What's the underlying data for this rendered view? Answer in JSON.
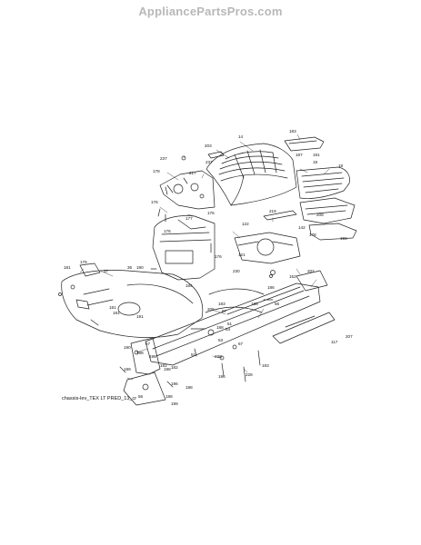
{
  "header": {
    "site_name": "AppliancePartsPros.com"
  },
  "diagram": {
    "caption": "chassis-lev_TEX LT PRED_13_cr",
    "callouts": [
      "203",
      "14",
      "183",
      "237",
      "178",
      "217",
      "187",
      "191",
      "19",
      "18",
      "176",
      "177",
      "237",
      "176",
      "122",
      "219",
      "208",
      "176",
      "176",
      "178",
      "155",
      "142",
      "181",
      "36",
      "37",
      "184",
      "190",
      "176",
      "230",
      "202",
      "121",
      "152",
      "186",
      "185",
      "183",
      "205",
      "188",
      "51",
      "53",
      "56",
      "181",
      "191",
      "181",
      "193",
      "67",
      "182",
      "54",
      "207",
      "117",
      "97",
      "230",
      "228",
      "57",
      "198",
      "190",
      "198",
      "192",
      "51",
      "198",
      "199",
      "196",
      "196",
      "56",
      "188",
      "199",
      "188"
    ]
  }
}
